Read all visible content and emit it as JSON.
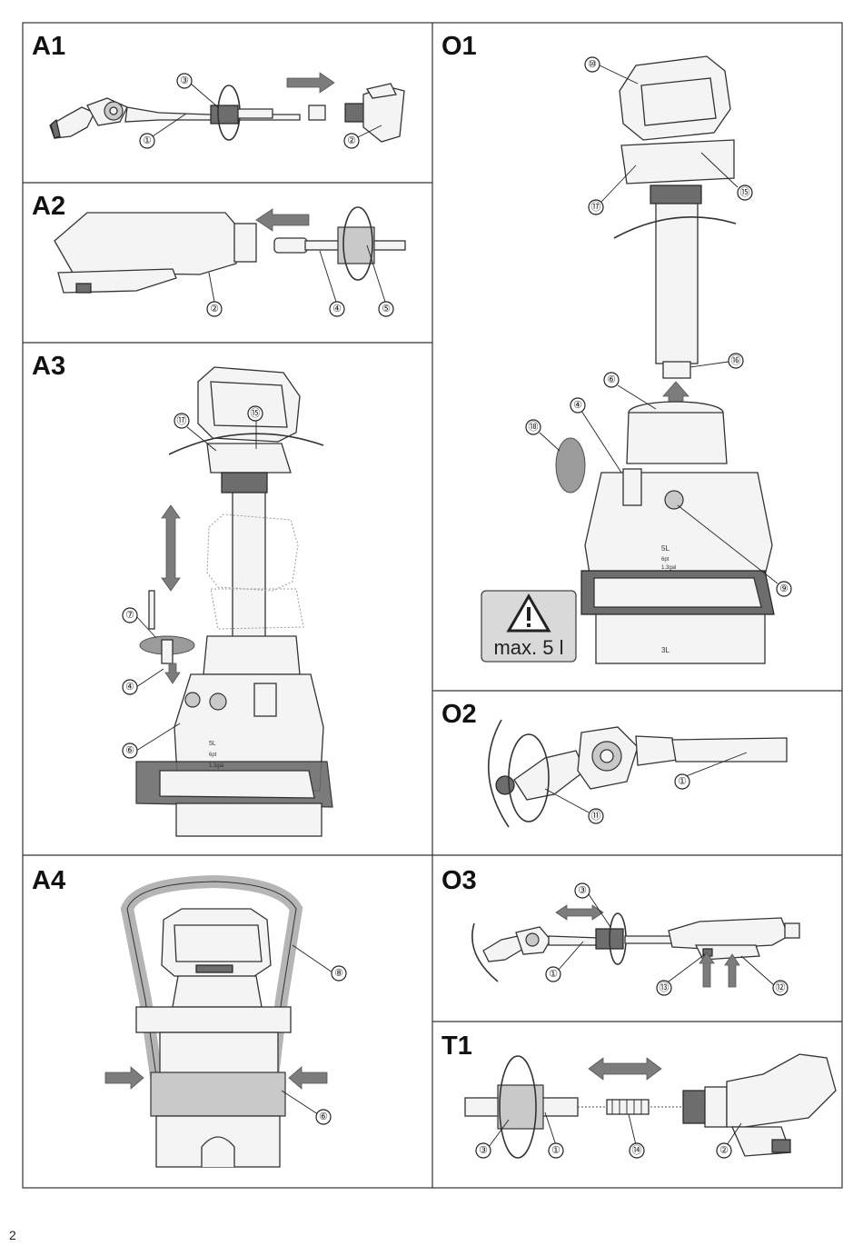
{
  "page_number": "2",
  "panels": {
    "a1": {
      "label": "A1",
      "callouts": [
        "①",
        "②",
        "③"
      ]
    },
    "a2": {
      "label": "A2",
      "callouts": [
        "②",
        "④",
        "⑤"
      ]
    },
    "a3": {
      "label": "A3",
      "callouts": [
        "⑰",
        "⑮",
        "⑦",
        "④",
        "⑥"
      ],
      "tank_marks": [
        "5L",
        "6pt",
        "1.3gal"
      ]
    },
    "a4": {
      "label": "A4",
      "callouts": [
        "⑧",
        "⑥"
      ]
    },
    "o1": {
      "label": "O1",
      "callouts": [
        "⑩",
        "⑰",
        "⑮",
        "⑯",
        "⑥",
        "④",
        "⑱",
        "⑨"
      ],
      "tank_marks": [
        "5L",
        "6pt",
        "1.3gal",
        "3L"
      ]
    },
    "o2": {
      "label": "O2",
      "callouts": [
        "①",
        "⑪"
      ]
    },
    "o3": {
      "label": "O3",
      "callouts": [
        "③",
        "①",
        "⑬",
        "⑫"
      ]
    },
    "t1": {
      "label": "T1",
      "callouts": [
        "③",
        "①",
        "⑭",
        "②"
      ]
    }
  },
  "warning": {
    "text": "max. 5 l",
    "icon": "warning-triangle-icon"
  }
}
